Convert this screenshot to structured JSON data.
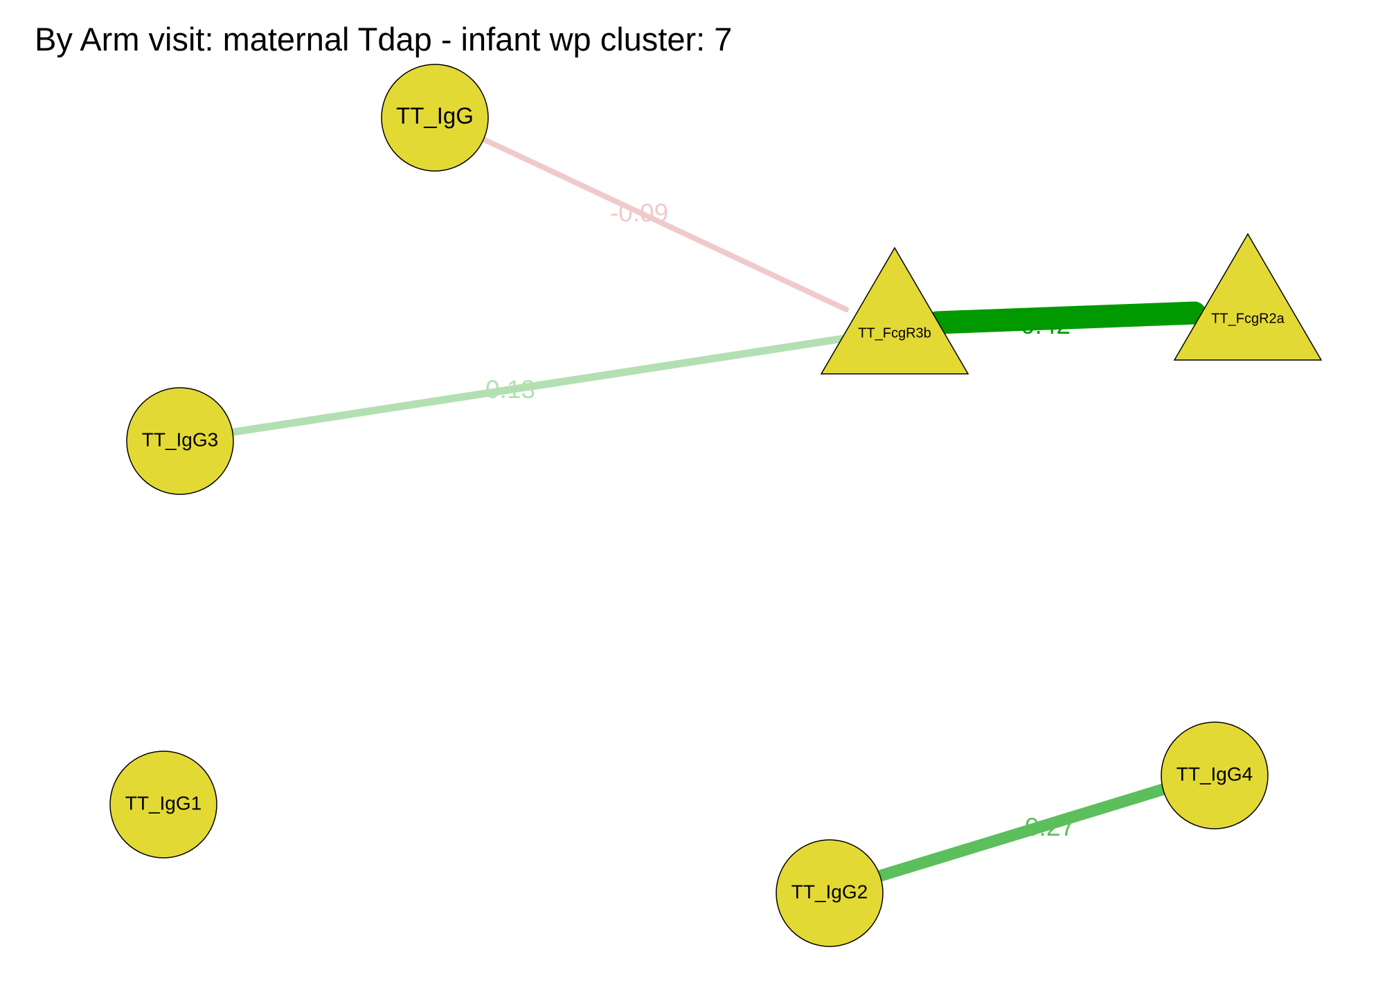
{
  "title": "By Arm visit: maternal Tdap - infant wp cluster: 7",
  "colors": {
    "node_fill": "#e3d935",
    "node_stroke": "#000000"
  },
  "nodes": [
    {
      "id": "TT_IgG",
      "label": "TT_IgG",
      "shape": "circle"
    },
    {
      "id": "TT_IgG3",
      "label": "TT_IgG3",
      "shape": "circle"
    },
    {
      "id": "TT_IgG1",
      "label": "TT_IgG1",
      "shape": "circle"
    },
    {
      "id": "TT_IgG2",
      "label": "TT_IgG2",
      "shape": "circle"
    },
    {
      "id": "TT_IgG4",
      "label": "TT_IgG4",
      "shape": "circle"
    },
    {
      "id": "TT_FcgR3b",
      "label": "TT_FcgR3b",
      "shape": "triangle"
    },
    {
      "id": "TT_FcgR2a",
      "label": "TT_FcgR2a",
      "shape": "triangle"
    }
  ],
  "edges": [
    {
      "from": "TT_IgG",
      "to": "TT_FcgR3b",
      "weight": "-0.09",
      "color": "#f0caca"
    },
    {
      "from": "TT_IgG3",
      "to": "TT_FcgR3b",
      "weight": "0.13",
      "color": "#b2e0b2"
    },
    {
      "from": "TT_FcgR3b",
      "to": "TT_FcgR2a",
      "weight": "0.42",
      "color": "#009900"
    },
    {
      "from": "TT_IgG2",
      "to": "TT_IgG4",
      "weight": "0.27",
      "color": "#5cbf5c"
    }
  ]
}
